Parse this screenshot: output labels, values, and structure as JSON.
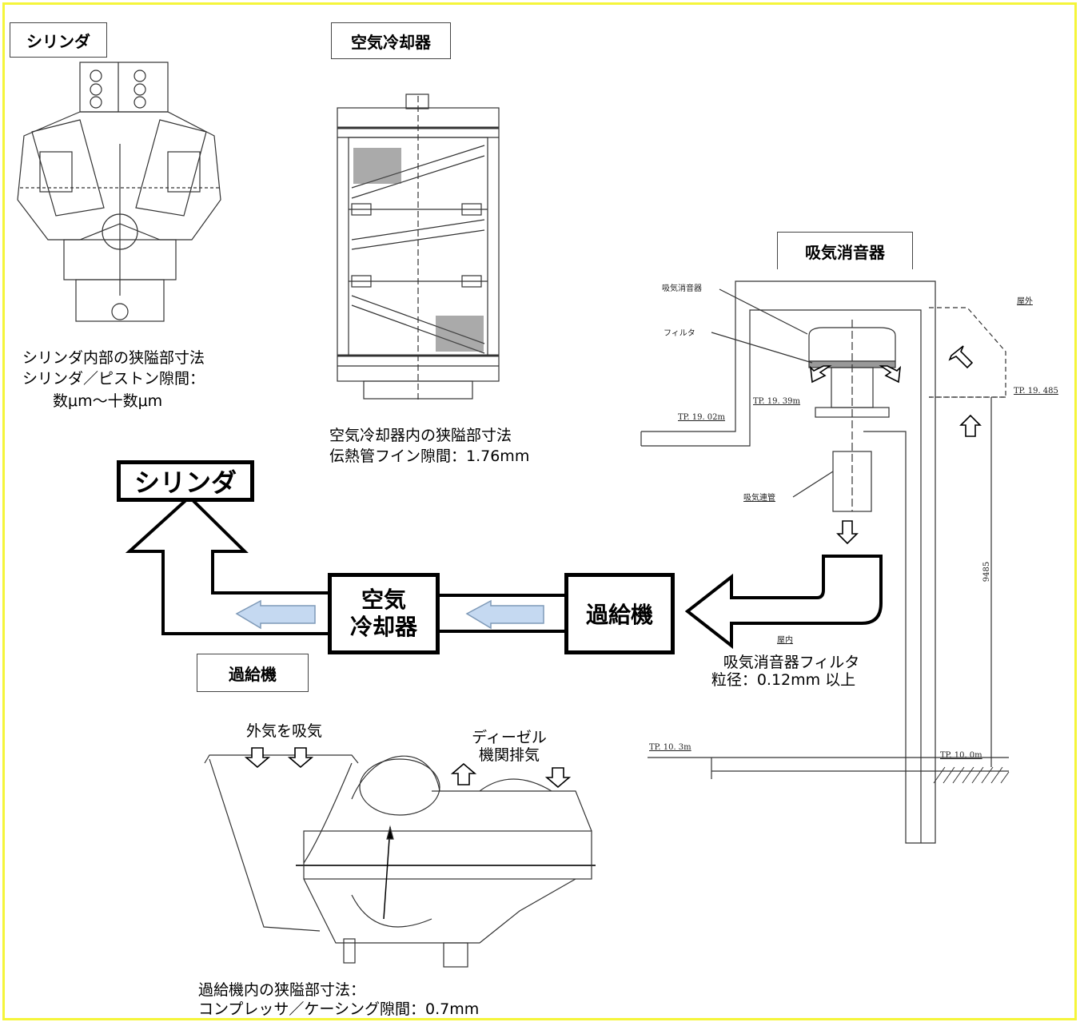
{
  "labels": {
    "cylinder": "シリンダ",
    "air_cooler": "空気冷却器",
    "intake_silencer": "吸気消音器",
    "turbocharger": "過給機"
  },
  "notes": {
    "cylinder_line1": "シリンダ内部の狭隘部寸法",
    "cylinder_line2": "シリンダ／ピストン隙間：",
    "cylinder_line3": "数μm～十数μm",
    "cooler_line1": "空気冷却器内の狭隘部寸法",
    "cooler_line2": "伝熱管フイン隙間：1.76mm",
    "filter_line1": "吸気消音器フィルタ",
    "filter_line2": "粒径：0.12mm 以上",
    "turbo_line1": "過給機内の狭隘部寸法：",
    "turbo_line2": "コンプレッサ／ケーシング隙間：0.7mm",
    "intake_outside_air": "外気を吸気",
    "diesel_exhaust_line1": "ディーゼル",
    "diesel_exhaust_line2": "機関排気"
  },
  "flow": {
    "cylinder": "シリンダ",
    "air_cooler_line1": "空気",
    "air_cooler_line2": "冷却器",
    "turbocharger": "過給機"
  },
  "drawing": {
    "silencer": "吸気消音器",
    "filter": "フィルタ",
    "outdoor": "屋外",
    "indoor": "屋内",
    "intake_duct": "吸気連管",
    "tp_1902": "TP. 19. 02m",
    "tp_1939": "TP. 19. 39m",
    "tp_19485": "TP. 19. 485",
    "tp_103": "TP. 10. 3m",
    "tp_100": "TP. 10. 0m",
    "dimension": "9485"
  },
  "colors": {
    "frame": "#f5f53a",
    "flow_arrow_fill": "#c5d9f1"
  }
}
